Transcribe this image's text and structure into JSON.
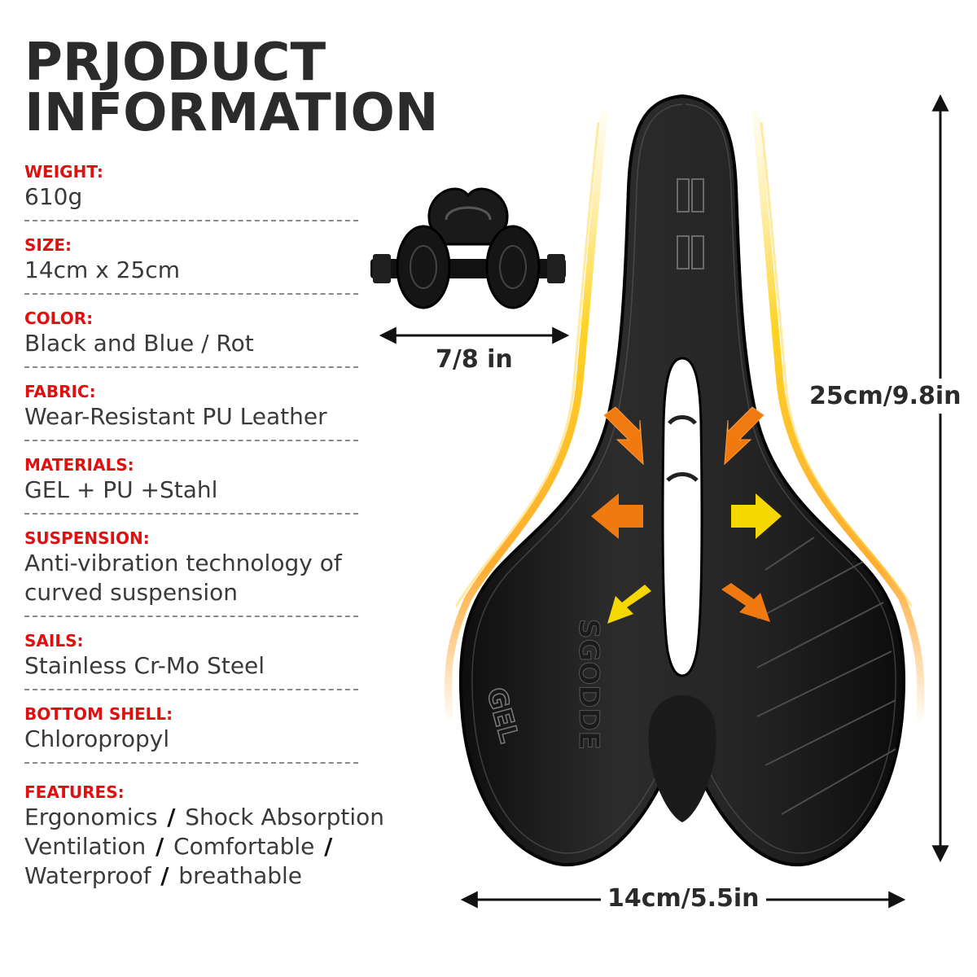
{
  "title": [
    "PRJODUCT",
    "INFORMATION"
  ],
  "specs": [
    {
      "label": "WEIGHT:",
      "value": "610g"
    },
    {
      "label": "SIZE:",
      "value": "14cm x 25cm"
    },
    {
      "label": "COLOR:",
      "value": "Black and Blue / Rot"
    },
    {
      "label": "FABRIC:",
      "value": "Wear-Resistant PU Leather"
    },
    {
      "label": "MATERIALS:",
      "value": "GEL + PU +Stahl"
    },
    {
      "label": "SUSPENSION:",
      "value": "Anti-vibration technology of curved suspension"
    },
    {
      "label": "SAILS:",
      "value": "Stainless Cr-Mo Steel"
    },
    {
      "label": "BOTTOM SHELL:",
      "value": "Chloropropyl"
    }
  ],
  "features": {
    "label": "FEATURES:",
    "items": [
      "Ergonomics",
      "Shock Absorption",
      "Ventilation",
      "Comfortable",
      "Waterproof",
      "breathable"
    ]
  },
  "dimensions": {
    "clamp": "7/8 in",
    "length": "25cm/9.8in",
    "width": "14cm/5.5in"
  },
  "saddle_text": {
    "brand": "SGODDE",
    "gel": "GEL"
  },
  "colors": {
    "label_red": "#e01010",
    "title_dark": "#2b2b2b",
    "arrow_orange": "#f07a10",
    "arrow_yellow": "#f5d800",
    "glow_yellow": "#ffcc00",
    "glow_orange": "#ff8a00"
  }
}
